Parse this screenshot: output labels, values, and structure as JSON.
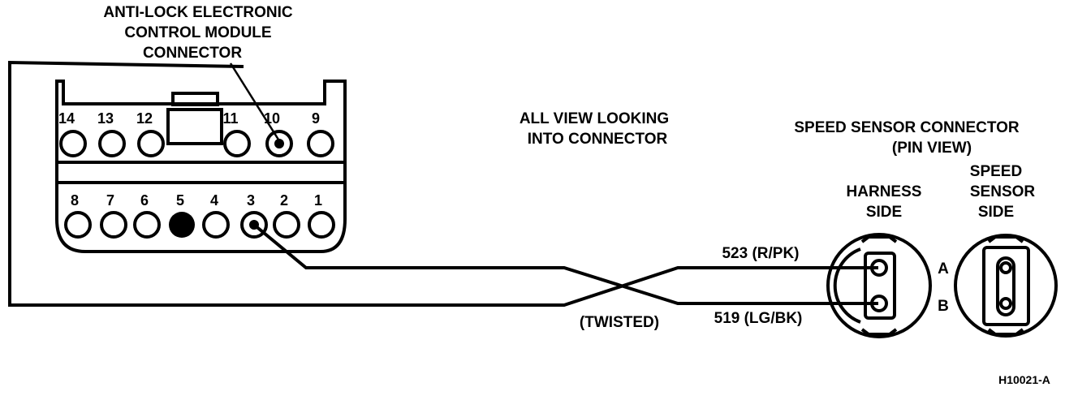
{
  "module_connector": {
    "title_lines": [
      "ANTI-LOCK ELECTRONIC",
      "CONTROL MODULE",
      "CONNECTOR"
    ],
    "top_pins": [
      "14",
      "13",
      "12",
      "11",
      "10",
      "9"
    ],
    "bottom_pins": [
      "8",
      "7",
      "6",
      "5",
      "4",
      "3",
      "2",
      "1"
    ]
  },
  "view_note_lines": [
    "ALL VIEW LOOKING",
    "INTO CONNECTOR"
  ],
  "speed_sensor_connector": {
    "title_lines": [
      "SPEED SENSOR CONNECTOR",
      "(PIN VIEW)"
    ],
    "harness_side_lines": [
      "HARNESS",
      "SIDE"
    ],
    "sensor_side_lines": [
      "SPEED",
      "SENSOR",
      "SIDE"
    ],
    "pin_a": "A",
    "pin_b": "B"
  },
  "wires": {
    "wire_a": "523 (R/PK)",
    "wire_b": "519 (LG/BK)",
    "twisted": "(TWISTED)"
  },
  "figure_id": "H10021-A",
  "colors": {
    "ink": "#000000",
    "paper": "#ffffff"
  }
}
